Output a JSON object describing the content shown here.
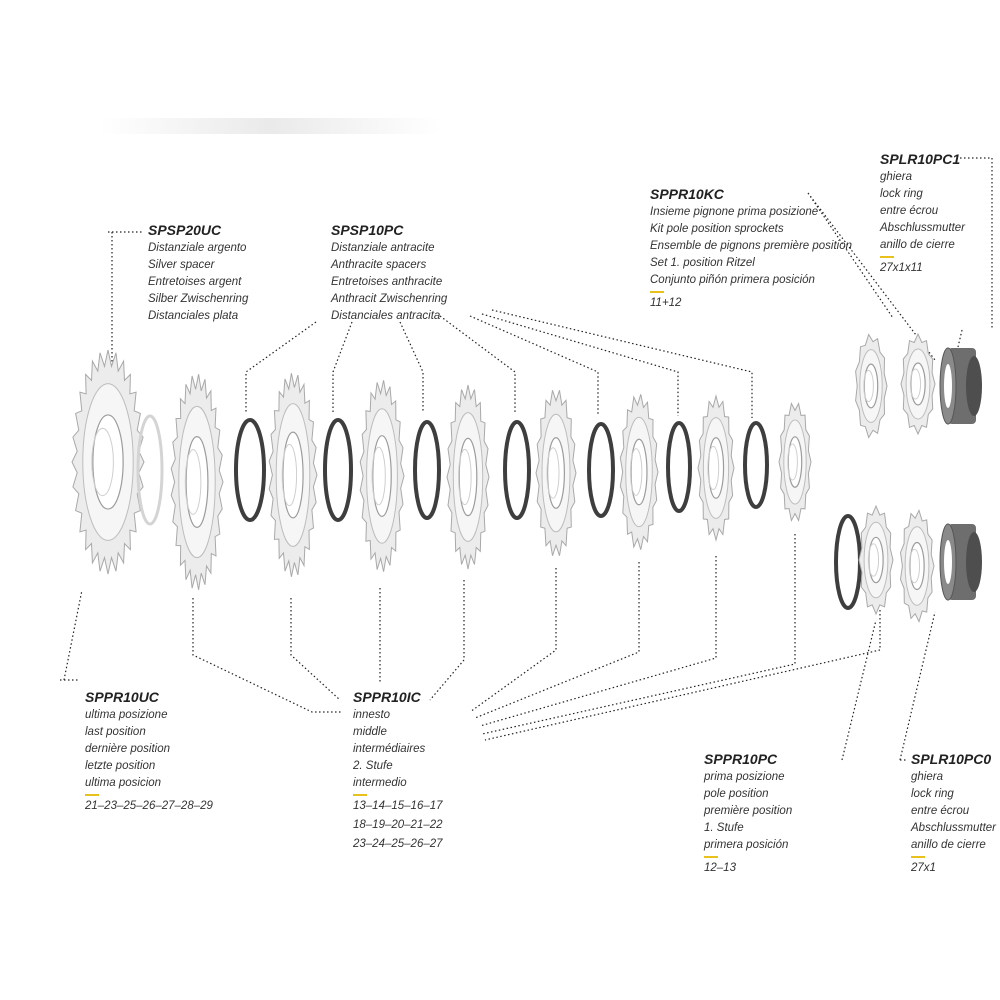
{
  "accent_color": "#e8c21a",
  "labels": {
    "spsp20uc": {
      "code": "SPSP20UC",
      "lines": [
        "Distanziale argento",
        "Silver spacer",
        "Entretoises argent",
        "Silber Zwischenring",
        "Distanciales plata"
      ]
    },
    "spsp10pc": {
      "code": "SPSP10PC",
      "lines": [
        "Distanziale antracite",
        "Anthracite spacers",
        "Entretoises anthracite",
        "Anthracit Zwischenring",
        "Distanciales antracita"
      ]
    },
    "sppr10kc": {
      "code": "SPPR10KC",
      "lines": [
        "Insieme pignone prima posizione",
        "Kit pole position sprockets",
        "Ensemble de pignons première position",
        "Set 1. position Ritzel",
        "Conjunto piñón primera posición"
      ],
      "sizes": [
        "11+12"
      ]
    },
    "splr10pc1": {
      "code": "SPLR10PC1",
      "lines": [
        "ghiera",
        "lock ring",
        "entre écrou",
        "Abschlussmutter",
        "anillo de cierre"
      ],
      "sizes": [
        "27x1x11"
      ]
    },
    "sppr10uc": {
      "code": "SPPR10UC",
      "lines": [
        "ultima posizione",
        "last position",
        "dernière position",
        "letzte position",
        "ultima posicion"
      ],
      "sizes": [
        "21–23–25–26–27–28–29"
      ]
    },
    "sppr10ic": {
      "code": "SPPR10IC",
      "lines": [
        "innesto",
        "middle",
        "intermédiaires",
        "2. Stufe",
        "intermedio"
      ],
      "sizes": [
        "13–14–15–16–17",
        "18–19–20–21–22",
        "23–24–25–26–27"
      ]
    },
    "sppr10pc": {
      "code": "SPPR10PC",
      "lines": [
        "prima posizione",
        "pole position",
        "première position",
        "1. Stufe",
        "primera posición"
      ],
      "sizes": [
        "12–13"
      ]
    },
    "splr10pc0": {
      "code": "SPLR10PC0",
      "lines": [
        "ghiera",
        "lock ring",
        "entre écrou",
        "Abschlussmutter",
        "anillo de cierre"
      ],
      "sizes": [
        "27x1"
      ]
    }
  }
}
